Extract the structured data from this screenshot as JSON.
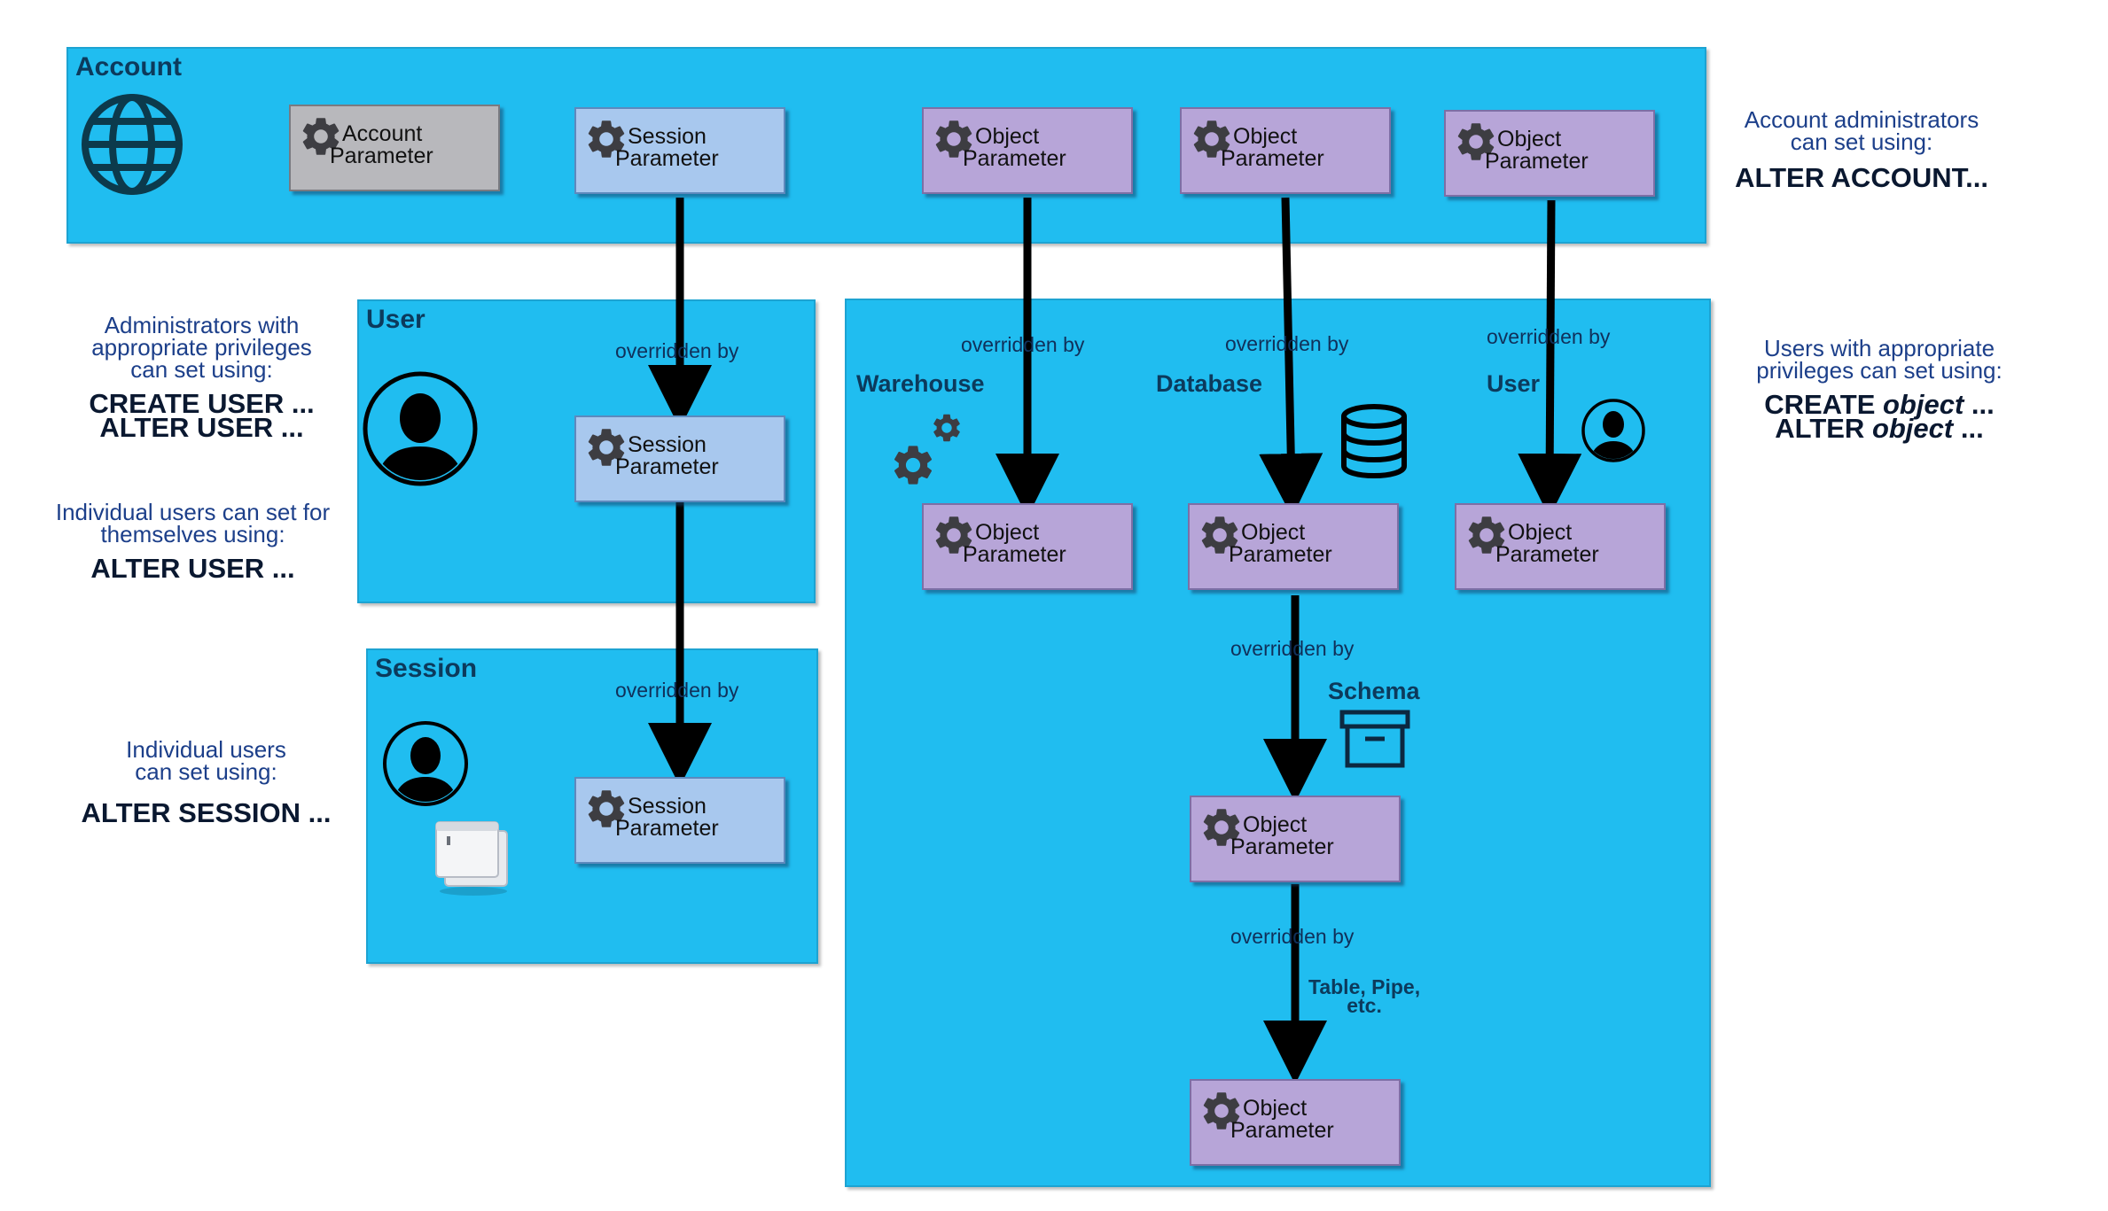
{
  "containers": {
    "account": "Account",
    "user": "User",
    "session": "Session"
  },
  "boxes": {
    "account_parameter": [
      "Account",
      "Parameter"
    ],
    "session_parameter": [
      "Session",
      "Parameter"
    ],
    "object_parameter": [
      "Object",
      "Parameter"
    ]
  },
  "edge_label": "overridden by",
  "object_types": {
    "warehouse": "Warehouse",
    "database": "Database",
    "user": "User",
    "schema": "Schema",
    "table_line1": "Table, Pipe,",
    "table_line2": "etc."
  },
  "notes": {
    "account_admin": [
      "Account administrators",
      "can set using:"
    ],
    "account_admin_cmd": "ALTER ACCOUNT...",
    "admin_privileges": [
      "Administrators with",
      "appropriate privileges",
      "can set using:"
    ],
    "admin_privileges_cmds": [
      "CREATE USER ...",
      "ALTER USER ..."
    ],
    "individual_users_self": [
      "Individual users can set for",
      "themselves using:"
    ],
    "individual_users_self_cmd": "ALTER USER ...",
    "individual_users_session": [
      "Individual users",
      "can set using:"
    ],
    "individual_users_session_cmd": "ALTER SESSION ...",
    "users_privileges": [
      "Users with appropriate",
      "privileges can set using:"
    ],
    "users_privileges_cmd1": [
      "CREATE ",
      "object",
      " ..."
    ],
    "users_privileges_cmd2": [
      "ALTER ",
      "object",
      " ..."
    ]
  },
  "colors": {
    "container": "#20bdf0",
    "account_box": "#b8b8bc",
    "session_box": "#a8c8ee",
    "object_box": "#b7a5d8",
    "note_text": "#1c3f8a",
    "title_text": "#0c3a5c"
  }
}
